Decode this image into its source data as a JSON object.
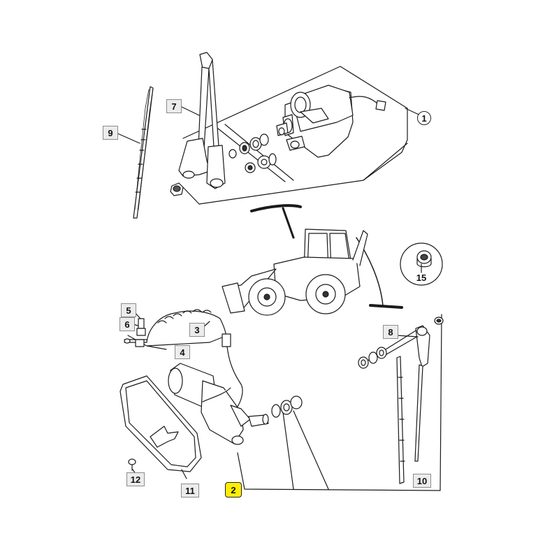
{
  "diagram": {
    "callouts": {
      "c1": "1",
      "c2": "2",
      "c3": "3",
      "c4": "4",
      "c5": "5",
      "c6": "6",
      "c7": "7",
      "c8": "8",
      "c9": "9",
      "c10": "10",
      "c11": "11",
      "c12": "12",
      "c15": "15"
    },
    "selected_callout": "2",
    "colors": {
      "line": "#1a1a1a",
      "callout_bg": "#ececec",
      "highlight": "#ffee00"
    }
  }
}
